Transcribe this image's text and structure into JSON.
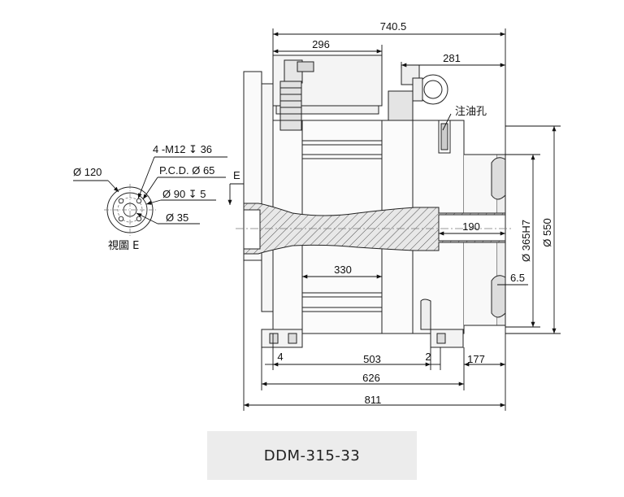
{
  "dimensions": {
    "overall_top": "740.5",
    "top_left": "296",
    "top_right": "281",
    "len_330": "330",
    "len_190": "190",
    "dia_365": "Ø 365H7",
    "dia_550": "Ø 550",
    "val_6_5": "6.5",
    "val_4": "4",
    "val_503": "503",
    "val_2": "2",
    "val_177": "177",
    "val_626": "626",
    "val_811": "811"
  },
  "labels": {
    "oil_hole": "注油孔",
    "section_e": "E"
  },
  "view_e": {
    "bolt": "4 -M12 ↧ 36",
    "dia_120": "Ø 120",
    "pcd": "P.C.D. Ø 65",
    "dia_90": "Ø 90 ↧ 5",
    "dia_35": "Ø 35",
    "caption": "視圖 E"
  },
  "model": "DDM-315-33"
}
